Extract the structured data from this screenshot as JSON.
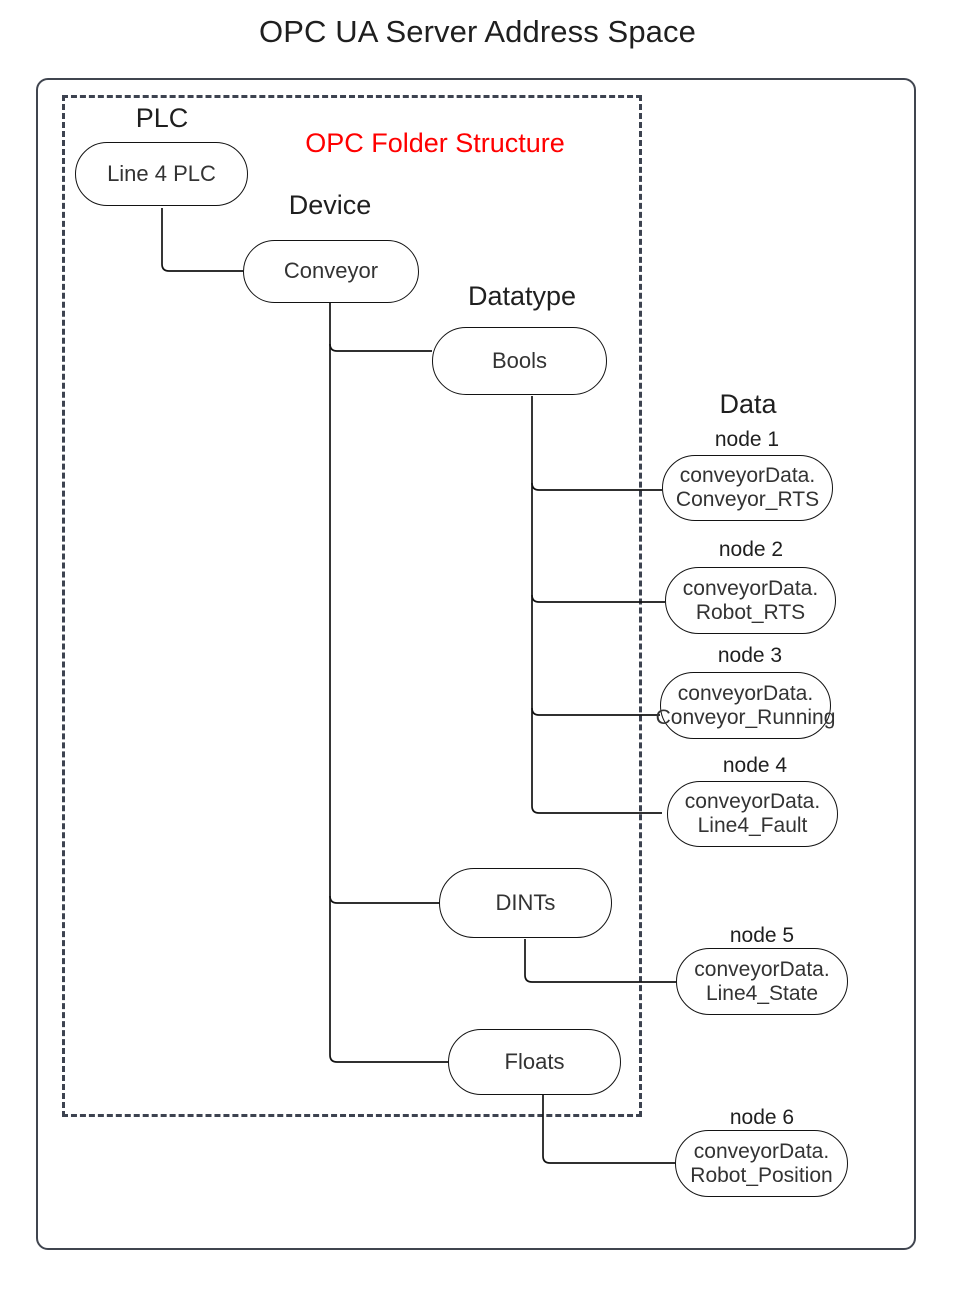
{
  "title": "OPC UA Server Address Space",
  "colors": {
    "accent_red": "#ff0000",
    "container_stroke": "#40454f",
    "dashed_stroke": "#3d4350",
    "node_stroke": "#131313",
    "text": "#333333"
  },
  "regions": {
    "folder_structure_label": "OPC Folder Structure"
  },
  "group_labels": {
    "plc": "PLC",
    "device": "Device",
    "datatype": "Datatype",
    "data": "Data"
  },
  "folders": {
    "plc_node": "Line 4 PLC",
    "device_node": "Conveyor",
    "bools": "Bools",
    "dints": "DINTs",
    "floats": "Floats"
  },
  "nodes": [
    {
      "caption": "node 1",
      "label": "conveyorData.\nConveyor_RTS",
      "parent": "Bools"
    },
    {
      "caption": "node 2",
      "label": "conveyorData.\nRobot_RTS",
      "parent": "Bools"
    },
    {
      "caption": "node 3",
      "label": "conveyorData.\nConveyor_Running",
      "parent": "Bools"
    },
    {
      "caption": "node 4",
      "label": "conveyorData.\nLine4_Fault",
      "parent": "Bools"
    },
    {
      "caption": "node 5",
      "label": "conveyorData.\nLine4_State",
      "parent": "DINTs"
    },
    {
      "caption": "node 6",
      "label": "conveyorData.\nRobot_Position",
      "parent": "Floats"
    }
  ]
}
